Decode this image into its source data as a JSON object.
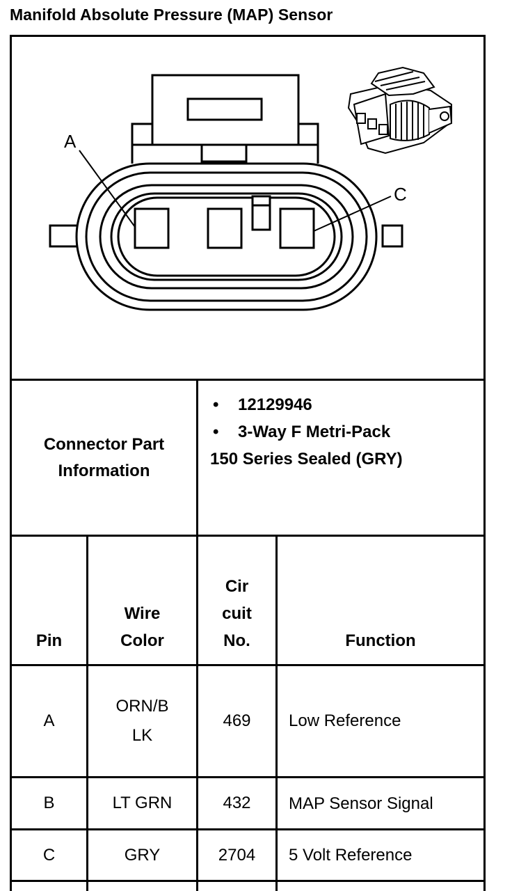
{
  "title": "Manifold Absolute Pressure (MAP) Sensor",
  "diagram": {
    "pin_labels": [
      "A",
      "C"
    ]
  },
  "connector_info": {
    "label": "Connector Part Information",
    "part_number": "12129946",
    "connector_type": "3-Way F Metri-Pack",
    "series": "150 Series Sealed (GRY)",
    "bullet": "•"
  },
  "table": {
    "headers": {
      "pin": "Pin",
      "wire_color": "Wire Color",
      "circuit_no": "Cir cuit No.",
      "function": "Function"
    },
    "rows": [
      {
        "pin": "A",
        "wire_color": "ORN/B LK",
        "circuit": "469",
        "function": "Low Reference"
      },
      {
        "pin": "B",
        "wire_color": "LT GRN",
        "circuit": "432",
        "function": "MAP Sensor Signal"
      },
      {
        "pin": "C",
        "wire_color": "GRY",
        "circuit": "2704",
        "function": "5 Volt Reference"
      }
    ]
  }
}
